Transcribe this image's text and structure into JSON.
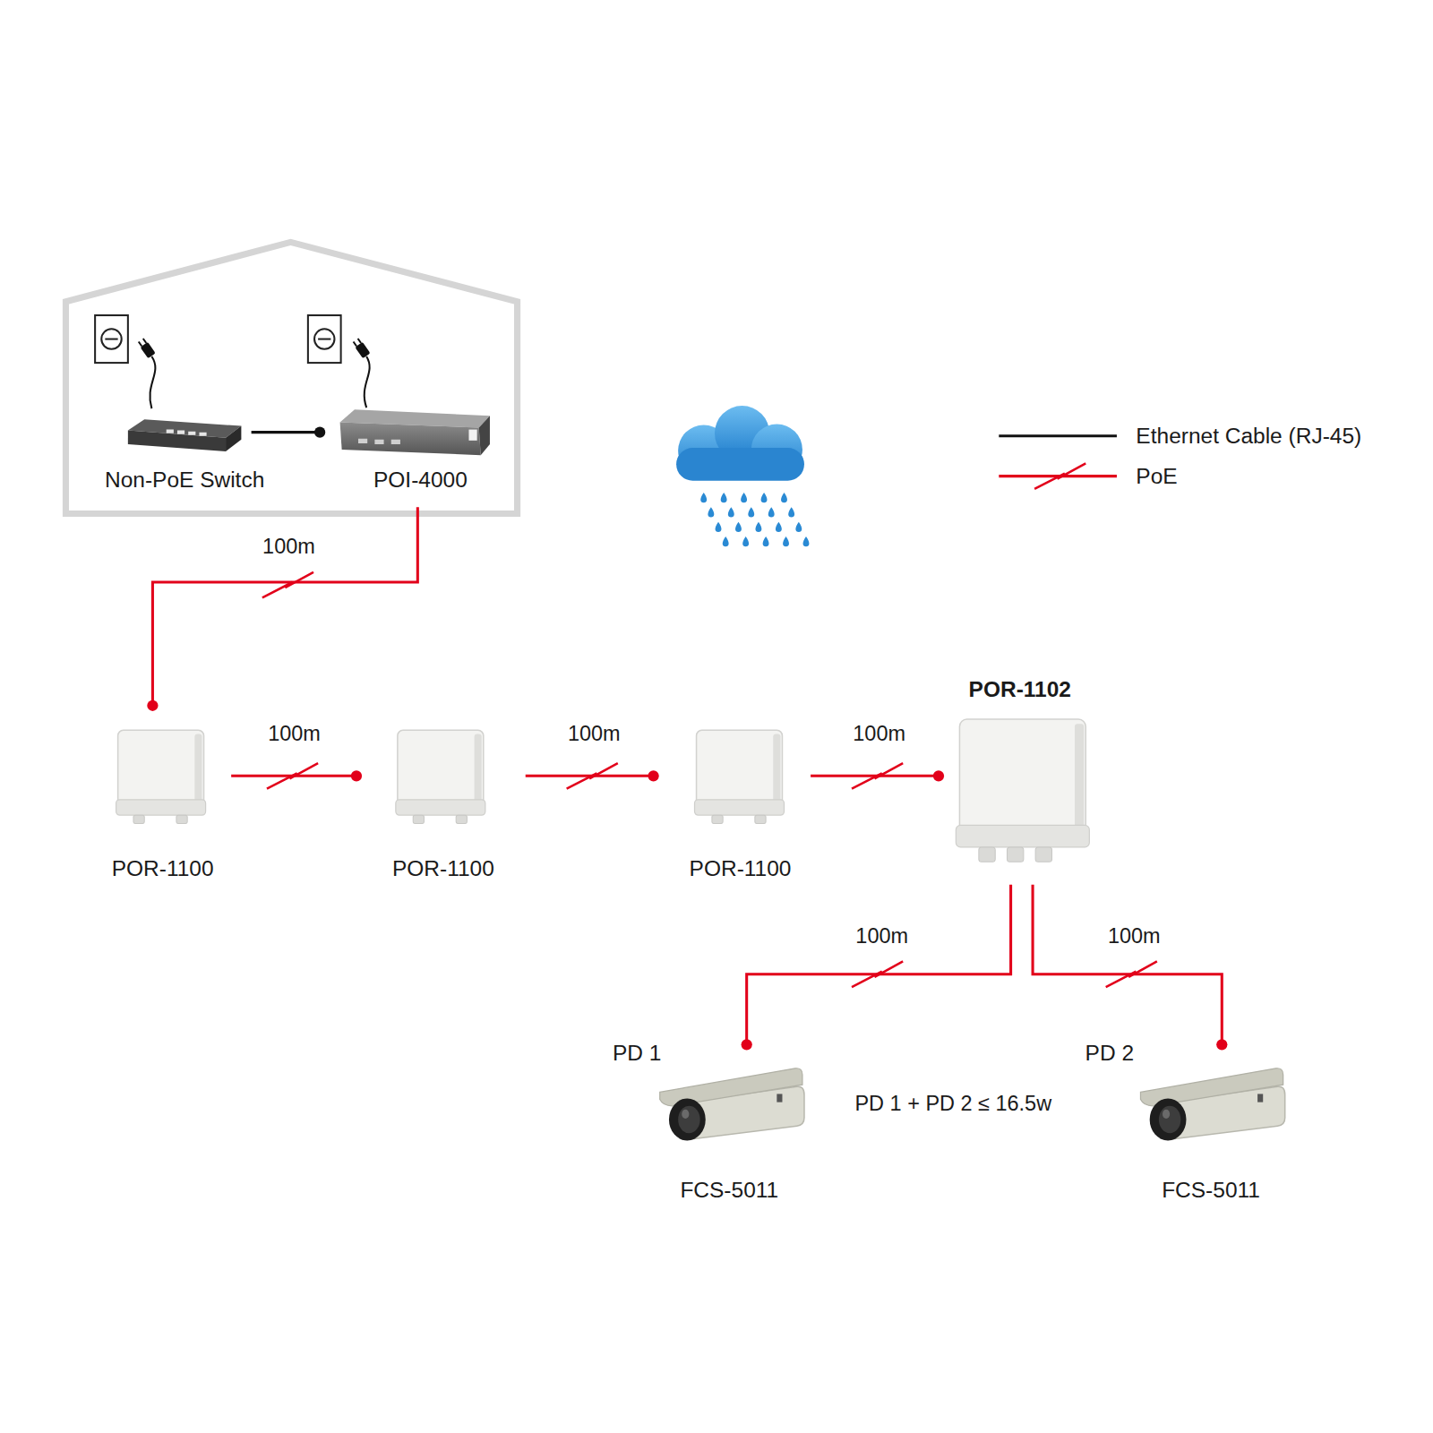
{
  "diagram": {
    "nodes": [
      {
        "text": [
          "Non-PoE Switch"
        ]
      },
      {
        "text": [
          "POI-4000"
        ]
      },
      {
        "text": [
          "POR-1100"
        ]
      },
      {
        "text": [
          "POR-1100"
        ]
      },
      {
        "text": [
          "POR-1100"
        ]
      },
      {
        "text": [
          "POR-1102"
        ]
      },
      {
        "text": [
          "PD 1",
          "FCS-5011"
        ]
      },
      {
        "text": [
          "PD 2",
          "FCS-5011"
        ]
      }
    ],
    "edges": [
      {
        "from": 0,
        "to": 1,
        "arrow": "none"
      },
      {
        "from": 1,
        "to": 2,
        "label": "100m",
        "arrow": "none"
      },
      {
        "from": 2,
        "to": 3,
        "label": "100m",
        "arrow": "none"
      },
      {
        "from": 3,
        "to": 4,
        "label": "100m",
        "arrow": "none"
      },
      {
        "from": 4,
        "to": 5,
        "label": "100m",
        "arrow": "none"
      },
      {
        "from": 5,
        "to": 6,
        "label": "100m",
        "arrow": "none"
      },
      {
        "from": 5,
        "to": 7,
        "label": "100m",
        "arrow": "none"
      }
    ],
    "labels": [
      "PD 1 + PD 2 ≤ 16.5w"
    ],
    "legend": [
      {
        "text": "Ethernet Cable (RJ-45)"
      },
      {
        "text": "PoE"
      }
    ]
  }
}
